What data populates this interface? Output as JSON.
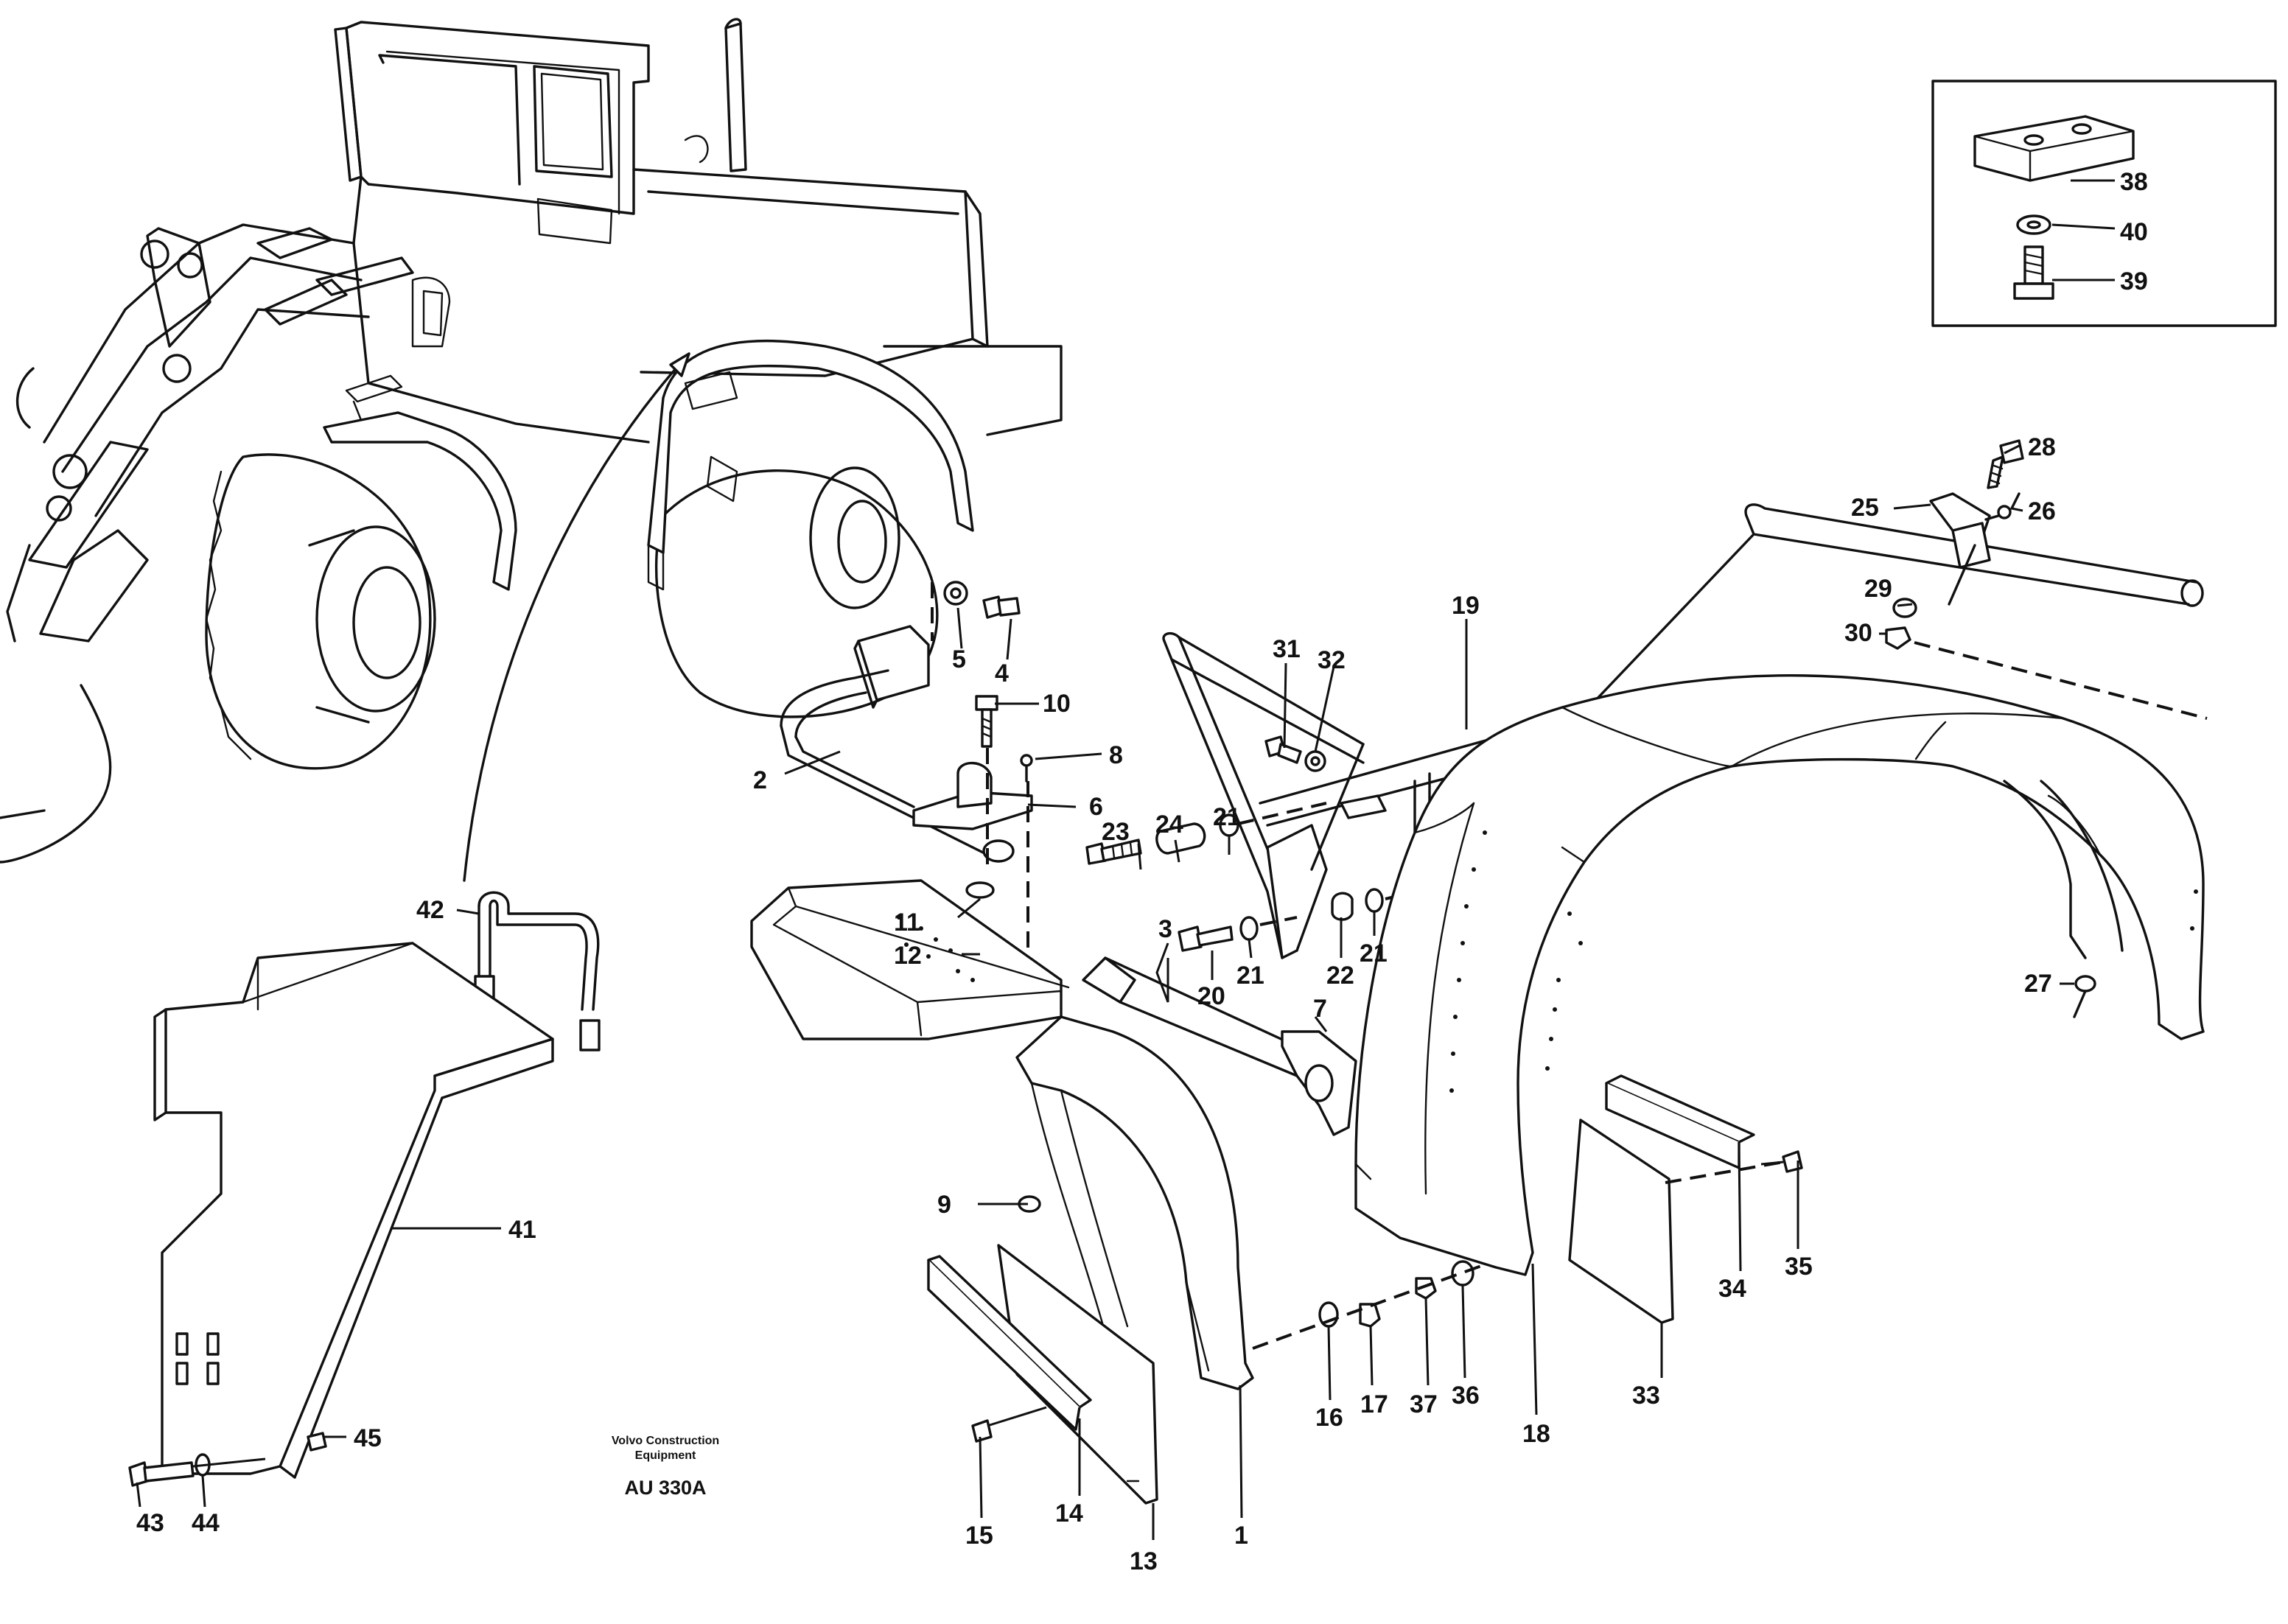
{
  "drawing": {
    "publisher_line1": "Volvo Construction",
    "publisher_line2": "Equipment",
    "drawing_code": "AU 330A"
  },
  "callouts": {
    "c1": "1",
    "c2": "2",
    "c3": "3",
    "c4": "4",
    "c5": "5",
    "c6": "6",
    "c7": "7",
    "c8": "8",
    "c9": "9",
    "c10": "10",
    "c11": "11",
    "c12": "12",
    "c13": "13",
    "c14": "14",
    "c15": "15",
    "c16": "16",
    "c17": "17",
    "c18": "18",
    "c19": "19",
    "c20": "20",
    "c21a": "21",
    "c21b": "21",
    "c21c": "21",
    "c22": "22",
    "c23": "23",
    "c24": "24",
    "c25": "25",
    "c26": "26",
    "c27": "27",
    "c28": "28",
    "c29": "29",
    "c30": "30",
    "c31": "31",
    "c32": "32",
    "c33": "33",
    "c34": "34",
    "c35": "35",
    "c36": "36",
    "c37": "37",
    "c38": "38",
    "c39": "39",
    "c40": "40",
    "c41": "41",
    "c42": "42",
    "c43": "43",
    "c44": "44",
    "c45": "45"
  }
}
